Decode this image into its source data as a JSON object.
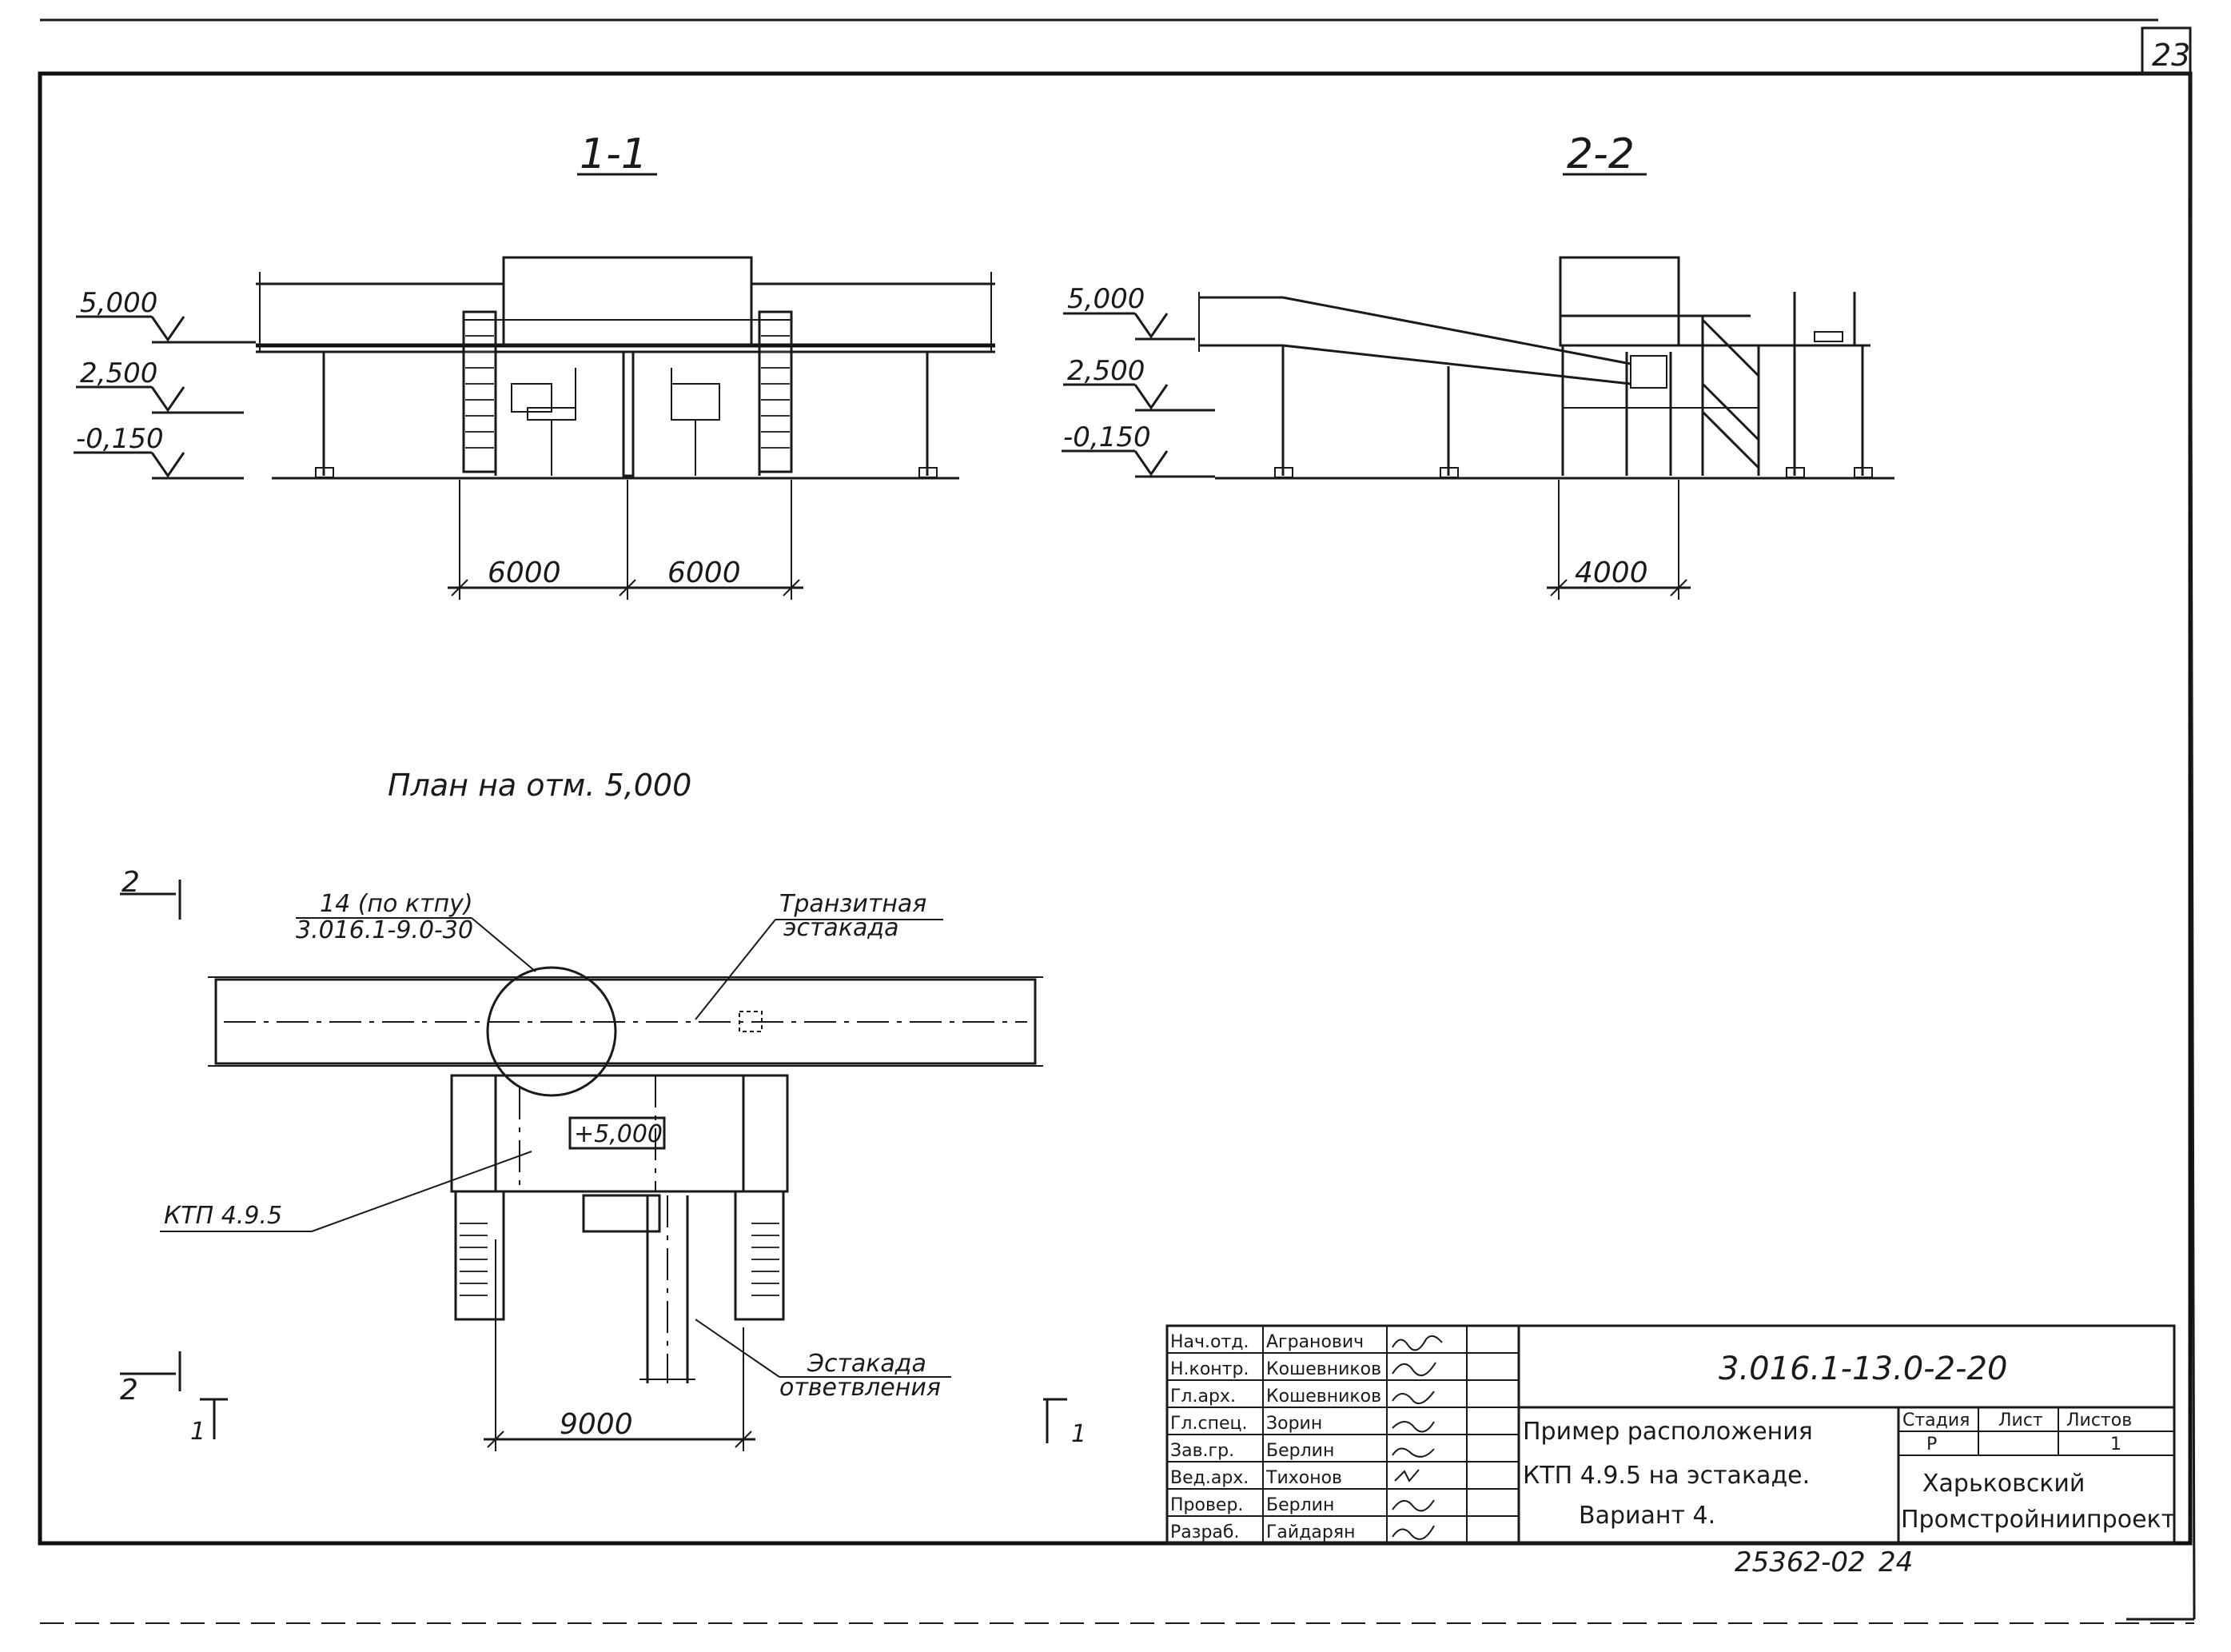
{
  "sheet": {
    "page_number": "23"
  },
  "section_1_1": {
    "title": "1-1",
    "levels": [
      "5,000",
      "2,500",
      "-0,150"
    ],
    "dims": [
      "6000",
      "6000"
    ]
  },
  "section_2_2": {
    "title": "2-2",
    "levels": [
      "5,000",
      "2,500",
      "-0,150"
    ],
    "dims": [
      "4000"
    ]
  },
  "plan": {
    "title": "План на отм. 5,000",
    "node_label_1": "14 (по ктпу)",
    "node_label_2": "3.016.1-9.0-30",
    "transit_1": "Транзитная",
    "transit_2": "эстакада",
    "level_box": "+5,000",
    "ktp": "КТП 4.9.5",
    "branch_1": "Эстакада",
    "branch_2": "ответвления",
    "dim_9000": "9000",
    "marker_2_top": "2",
    "marker_2_bottom": "2",
    "marker_1_left": "1",
    "marker_1_right": "1"
  },
  "title_block": {
    "roles": [
      "Нач.отд.",
      "Н.контр.",
      "Гл.арх.",
      "Гл.спец.",
      "Зав.гр.",
      "Вед.арх.",
      "Провер.",
      "Разраб."
    ],
    "names": [
      "Агранович",
      "Кошевников",
      "Кошевников",
      "Зорин",
      "Берлин",
      "Тихонов",
      "Берлин",
      "Гайдарян"
    ],
    "code": "3.016.1-13.0-2-20",
    "desc_1": "Пример расположения",
    "desc_2": "КТП 4.9.5 на эстакаде.",
    "desc_3": "Вариант 4.",
    "col_stage": "Стадия",
    "col_sheet": "Лист",
    "col_sheets": "Листов",
    "stage_val": "Р",
    "sheets_val": "1",
    "org_1": "Харьковский",
    "org_2": "Промстройниипроект",
    "doc_no": "25362-02",
    "doc_sheet": "24"
  }
}
